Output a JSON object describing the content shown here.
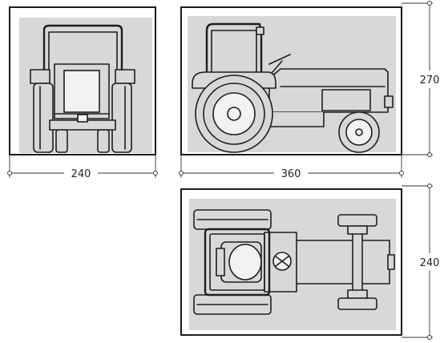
{
  "dimensions": {
    "front_width": "240",
    "side_length": "360",
    "side_height": "270",
    "top_width": "240"
  },
  "colors": {
    "frame": "#1c1c1c",
    "fill": "#d8d8d6",
    "background": "#ffffff"
  }
}
